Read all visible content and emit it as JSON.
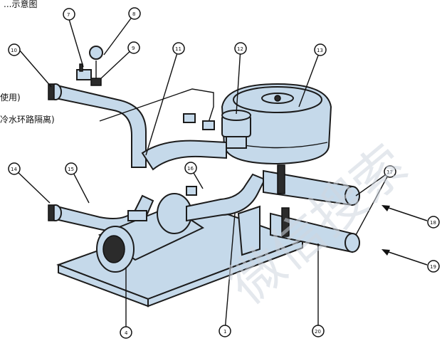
{
  "top_text": "...示意图",
  "side_notes": [
    "使用)",
    "冷水环路隔离)"
  ],
  "watermark": "微信搜索",
  "callouts": [
    {
      "id": "c-top1",
      "label": "7"
    },
    {
      "id": "c-gauge",
      "label": "8"
    },
    {
      "id": "c-valve",
      "label": "9"
    },
    {
      "id": "c-inlet",
      "label": "10"
    },
    {
      "id": "c-tube",
      "label": "11"
    },
    {
      "id": "c-fitting",
      "label": "12"
    },
    {
      "id": "c-tank",
      "label": "13"
    },
    {
      "id": "c-left1",
      "label": "14"
    },
    {
      "id": "c-left2",
      "label": "15"
    },
    {
      "id": "c-mid",
      "label": "16"
    },
    {
      "id": "c-pipes",
      "label": "17"
    },
    {
      "id": "c-right1",
      "label": "18"
    },
    {
      "id": "c-right2",
      "label": "19"
    },
    {
      "id": "c-motor",
      "label": "4"
    },
    {
      "id": "c-base",
      "label": "1"
    },
    {
      "id": "c-leg",
      "label": "20"
    }
  ],
  "colors": {
    "fill": "#c5d9ea",
    "stroke": "#1c1c1c"
  }
}
